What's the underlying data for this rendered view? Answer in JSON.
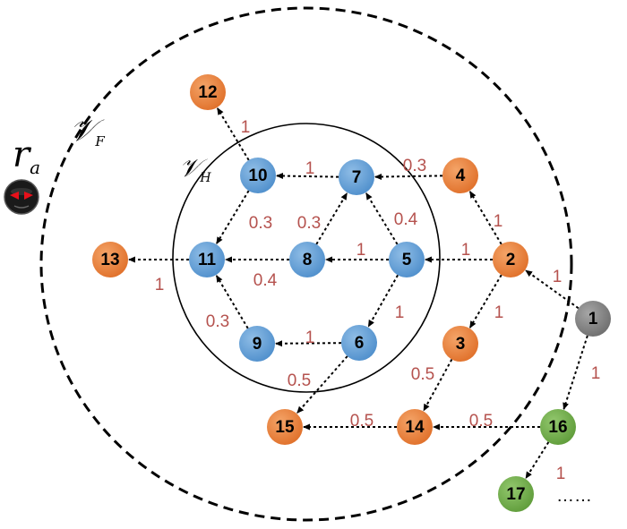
{
  "colors": {
    "blue": "#5b9bd5",
    "orange": "#ed7d31",
    "gray": "#7f7f7f",
    "green": "#70ad47",
    "edge_label": "#b5524e"
  },
  "labels": {
    "outer_set_main": "𝒱",
    "outer_set_sub": "F",
    "inner_set_main": "𝒱",
    "inner_set_sub": "H",
    "attacker_main": "r",
    "attacker_sub": "a",
    "ellipsis": "……"
  },
  "icons": {
    "attacker": "attacker-avatar-icon"
  },
  "nodes": [
    {
      "id": "1",
      "color": "gray"
    },
    {
      "id": "2",
      "color": "orange"
    },
    {
      "id": "3",
      "color": "orange"
    },
    {
      "id": "4",
      "color": "orange"
    },
    {
      "id": "5",
      "color": "blue"
    },
    {
      "id": "6",
      "color": "blue"
    },
    {
      "id": "7",
      "color": "blue"
    },
    {
      "id": "8",
      "color": "blue"
    },
    {
      "id": "9",
      "color": "blue"
    },
    {
      "id": "10",
      "color": "blue"
    },
    {
      "id": "11",
      "color": "blue"
    },
    {
      "id": "12",
      "color": "orange"
    },
    {
      "id": "13",
      "color": "orange"
    },
    {
      "id": "14",
      "color": "orange"
    },
    {
      "id": "15",
      "color": "orange"
    },
    {
      "id": "16",
      "color": "green"
    },
    {
      "id": "17",
      "color": "green"
    }
  ],
  "edges": [
    {
      "from": "1",
      "to": "2",
      "weight": "1"
    },
    {
      "from": "1",
      "to": "16",
      "weight": "1"
    },
    {
      "from": "2",
      "to": "4",
      "weight": "1"
    },
    {
      "from": "2",
      "to": "5",
      "weight": "1"
    },
    {
      "from": "2",
      "to": "3",
      "weight": "1"
    },
    {
      "from": "4",
      "to": "7",
      "weight": "0.3"
    },
    {
      "from": "5",
      "to": "7",
      "weight": "0.4"
    },
    {
      "from": "5",
      "to": "8",
      "weight": "1"
    },
    {
      "from": "5",
      "to": "6",
      "weight": "1"
    },
    {
      "from": "8",
      "to": "7",
      "weight": "0.3"
    },
    {
      "from": "7",
      "to": "10",
      "weight": "1"
    },
    {
      "from": "8",
      "to": "11",
      "weight": "0.4"
    },
    {
      "from": "10",
      "to": "11",
      "weight": "0.3"
    },
    {
      "from": "10",
      "to": "12",
      "weight": "1"
    },
    {
      "from": "11",
      "to": "13",
      "weight": "1"
    },
    {
      "from": "9",
      "to": "11",
      "weight": "0.3"
    },
    {
      "from": "6",
      "to": "9",
      "weight": "1"
    },
    {
      "from": "6",
      "to": "15",
      "weight": "0.5"
    },
    {
      "from": "3",
      "to": "14",
      "weight": "0.5"
    },
    {
      "from": "14",
      "to": "15",
      "weight": "0.5"
    },
    {
      "from": "16",
      "to": "14",
      "weight": "0.5"
    },
    {
      "from": "16",
      "to": "17",
      "weight": "1"
    }
  ]
}
